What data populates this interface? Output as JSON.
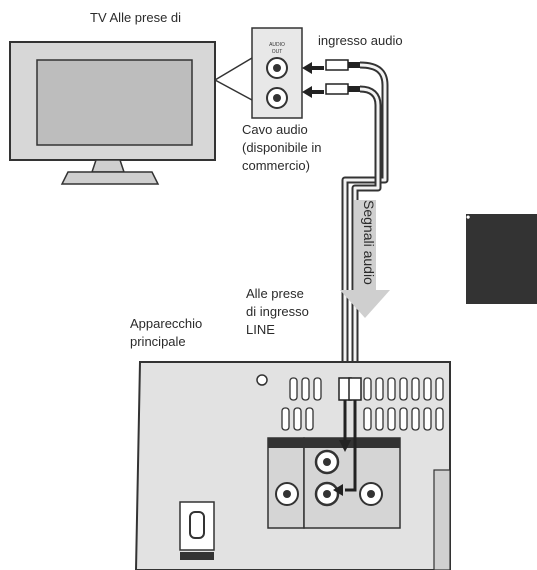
{
  "labels": {
    "tv_title": "TV Alle prese di",
    "audio_input": "ingresso audio",
    "cable_line1": "Cavo audio",
    "cable_line2": "(disponibile in",
    "cable_line3": "commercio)",
    "signal": "Segnali audio",
    "line_line1": "Alle prese",
    "line_line2": "di ingresso",
    "line_line3": "LINE",
    "unit_line1": "Apparecchio",
    "unit_line2": "principale"
  },
  "tab_mark": "•"
}
